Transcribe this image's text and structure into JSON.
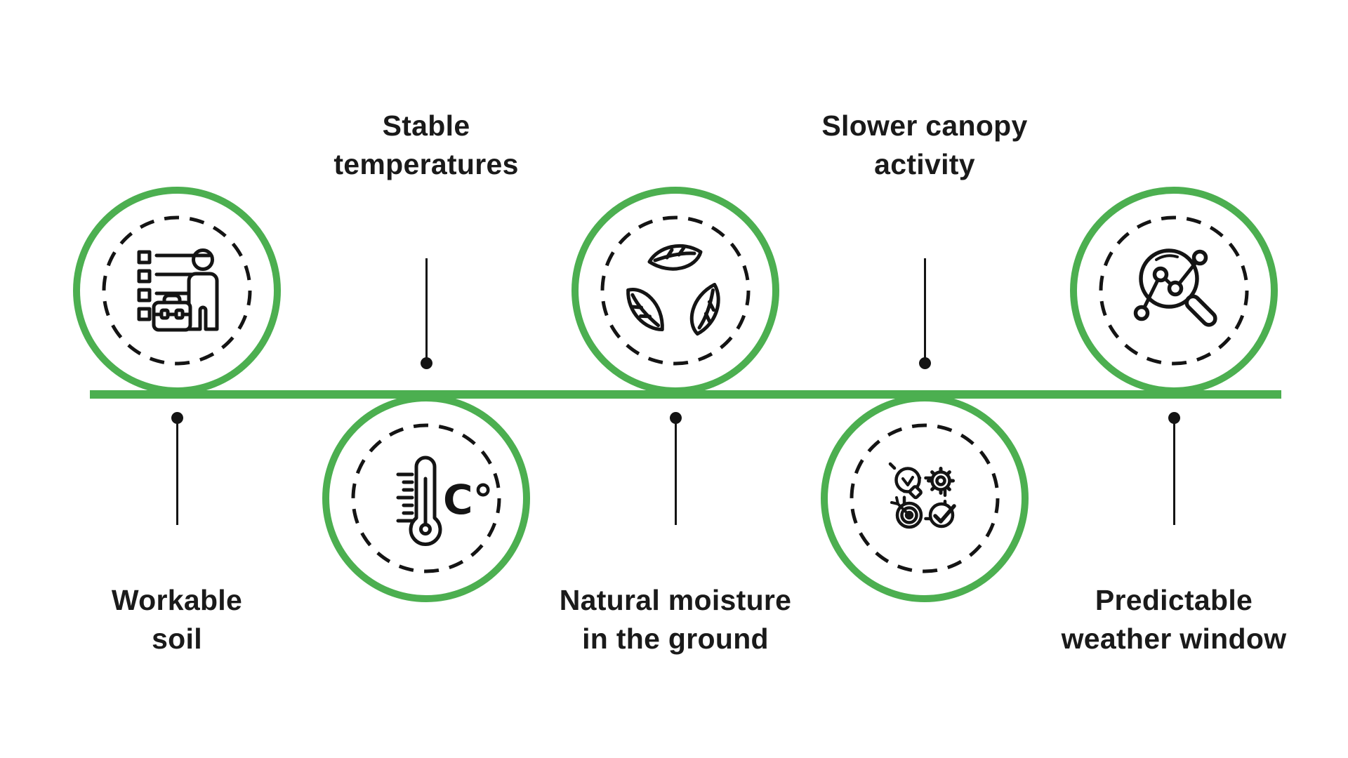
{
  "page": {
    "background_color": "#ffffff",
    "accent_green": "#4CAF50",
    "ink_color": "#141414"
  },
  "timeline": {
    "type": "horizontal-milestone-timeline",
    "line_color": "#4CAF50",
    "milestone_count": 5
  },
  "milestones": [
    {
      "label": "Workable\nsoil",
      "circle_position": "above-line",
      "label_position": "below-line",
      "icon": "checklist-person-briefcase-icon"
    },
    {
      "label": "Stable\ntemperatures",
      "circle_position": "below-line",
      "label_position": "above-line",
      "icon": "thermometer-icon",
      "icon_text": "C°"
    },
    {
      "label": "Natural moisture\nin the ground",
      "circle_position": "above-line",
      "label_position": "below-line",
      "icon": "three-leaves-icon"
    },
    {
      "label": "Slower canopy\nactivity",
      "circle_position": "below-line",
      "label_position": "above-line",
      "icon": "bulb-gear-target-check-icon"
    },
    {
      "label": "Predictable\nweather window",
      "circle_position": "above-line",
      "label_position": "below-line",
      "icon": "magnifier-data-points-icon"
    }
  ]
}
